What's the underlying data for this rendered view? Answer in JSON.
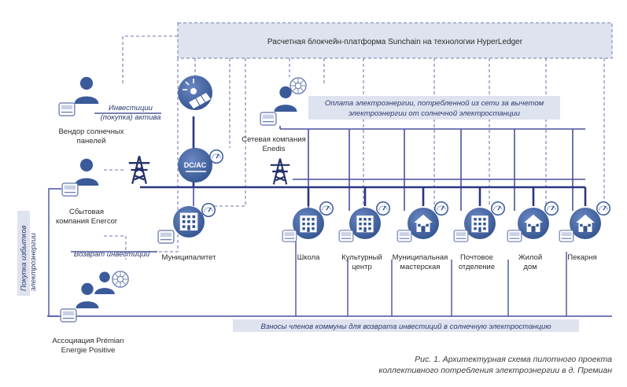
{
  "platform_band": "Расчетная блокчейн-платформа Sunchain на технологии HyperLedger",
  "payment_band": [
    "Оплата электроэнергии, потребленной из сети за вычетом",
    "электроэнергии от солнечной электростанции"
  ],
  "contrib_band": "Взносы членов коммуны для возврата инвестиций в солнечную электростанцию",
  "invest_note": [
    "Инвестиции",
    "(покупка) актива"
  ],
  "return_note": "Возврат инвестиций",
  "vertical_note": [
    "Покупка избытков",
    "электроэнергии"
  ],
  "converter_label": "DC/AC",
  "actors": {
    "vendor": [
      "Вендор солнечных",
      "панелей"
    ],
    "supplier": [
      "Сбытовая",
      "компания Enercor"
    ],
    "grid": [
      "Сетевая компания",
      "Enedis"
    ],
    "municipality": "Муниципалитет",
    "association": [
      "Ассоциация Prémian",
      "Energie Positive"
    ]
  },
  "consumers": [
    {
      "label": [
        "Школа"
      ],
      "icon": "school-building-icon"
    },
    {
      "label": [
        "Культурный",
        "центр"
      ],
      "icon": "office-building-icon"
    },
    {
      "label": [
        "Муниципальная",
        "мастерская"
      ],
      "icon": "workshop-house-icon"
    },
    {
      "label": [
        "Почтовое",
        "отделение"
      ],
      "icon": "post-office-icon"
    },
    {
      "label": [
        "Жилой",
        "дом"
      ],
      "icon": "house-icon"
    },
    {
      "label": [
        "Пекарня"
      ],
      "icon": "bakery-icon"
    }
  ],
  "caption": [
    "Рис. 1. Архитектурная схема пилотного проекта",
    "коллективного потребления электроэнергии в д. Премиан"
  ],
  "colors": {
    "primary": "#3a5a9a",
    "band": "#dfe3ef",
    "line": "#4a4f9e",
    "dashed": "#8a8fbf",
    "text": "#2b2b2b"
  }
}
